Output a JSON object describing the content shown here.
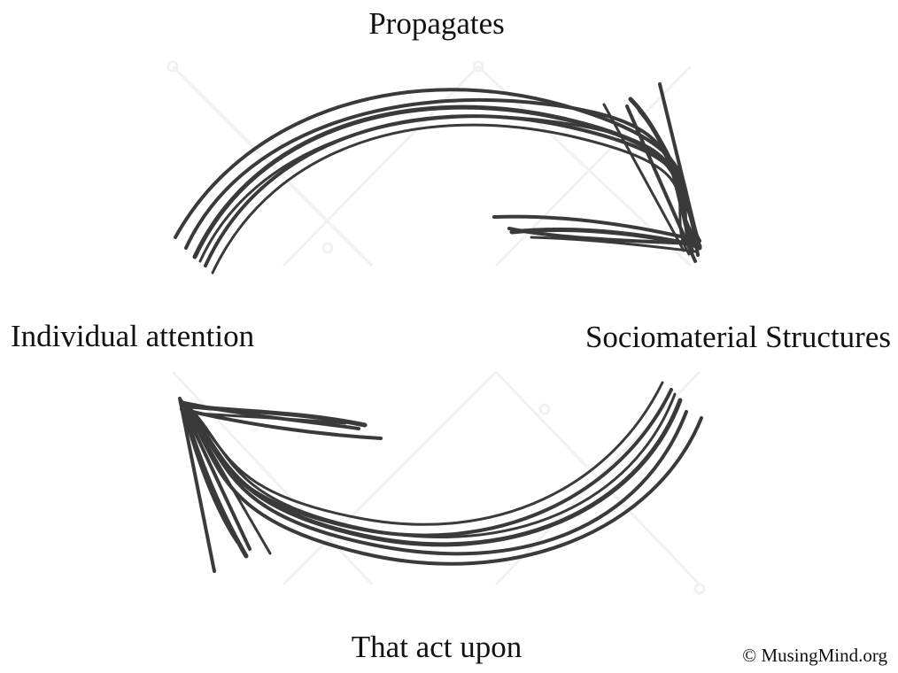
{
  "diagram": {
    "top_label": "Propagates",
    "bottom_label": "That act upon",
    "left_label": "Individual attention",
    "right_label": "Sociomaterial Structures",
    "copyright": "© MusingMind.org"
  },
  "style": {
    "stroke_color": "#3a3a3a",
    "text_color": "#111111",
    "background": "#ffffff"
  }
}
